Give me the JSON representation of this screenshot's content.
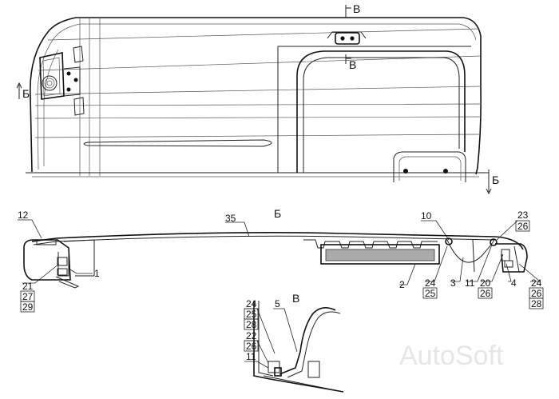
{
  "section_marks": {
    "b_left": "Б",
    "b_right": "Б",
    "b_view": "Б",
    "v_top": "В",
    "v_mid": "В",
    "v_view": "В"
  },
  "labels": {
    "l12": "12",
    "l35": "35",
    "l10": "10",
    "l23": "23",
    "l26a": "26",
    "l21": "21",
    "l27": "27",
    "l29": "29",
    "l1": "1",
    "l2": "2",
    "l24a": "24",
    "l25a": "25",
    "l3": "3",
    "l11a": "11",
    "l20": "20",
    "l26b": "26",
    "l4": "4",
    "l24b": "24",
    "l26c": "26",
    "l28a": "28",
    "l24c": "24",
    "l25b": "25",
    "l28b": "28",
    "l5": "5",
    "l22": "22",
    "l26d": "26",
    "l11b": "11"
  },
  "watermark": "AutoSoft"
}
